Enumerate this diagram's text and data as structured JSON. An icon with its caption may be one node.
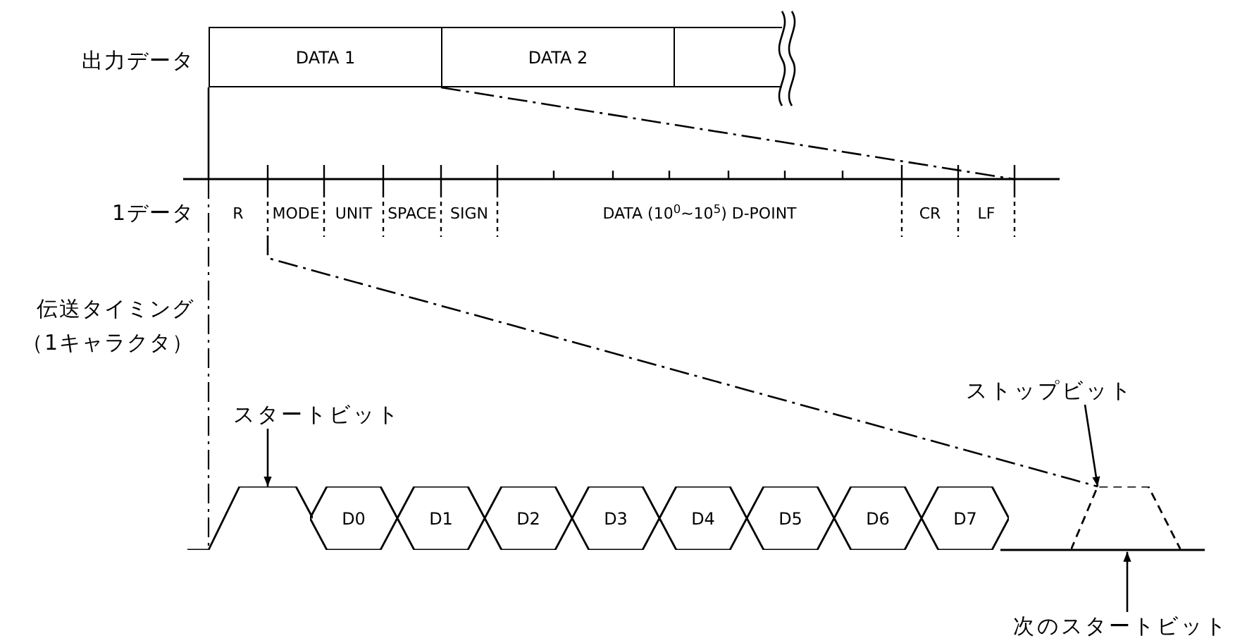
{
  "diagram": {
    "nodes": [
      {
        "text": [
          "DATA 1"
        ]
      },
      {
        "text": [
          "DATA 2"
        ]
      },
      {
        "text": [],
        "shape": "box"
      },
      {
        "text": [
          "R"
        ]
      },
      {
        "text": [
          "MODE"
        ]
      },
      {
        "text": [
          "UNIT"
        ]
      },
      {
        "text": [
          "SPACE"
        ]
      },
      {
        "text": [
          "SIGN"
        ]
      },
      {
        "text": [
          "DATA (10$^{0}$~10$^{5}$) D-POINT"
        ]
      },
      {
        "text": [
          "CR"
        ]
      },
      {
        "text": [
          "LF"
        ]
      },
      {
        "text": [],
        "shape": "trapezoid"
      },
      {
        "text": [
          "D0"
        ]
      },
      {
        "text": [
          "D1"
        ]
      },
      {
        "text": [
          "D2"
        ]
      },
      {
        "text": [
          "D3"
        ]
      },
      {
        "text": [
          "D4"
        ]
      },
      {
        "text": [
          "D5"
        ]
      },
      {
        "text": [
          "D6"
        ]
      },
      {
        "text": [
          "D7"
        ]
      },
      {
        "text": [],
        "shape": "trapezoid"
      },
      {
        "text": [
          "スタートビット"
        ]
      },
      {
        "text": [
          "ストップビット"
        ]
      },
      {
        "text": [
          "次のスタートビット"
        ]
      }
    ],
    "edges": [
      {
        "from": 1,
        "to": 10,
        "arrow": "none",
        "style": "dashed"
      },
      {
        "from": 4,
        "to": 20,
        "arrow": "none",
        "style": "dashed"
      },
      {
        "from": 21,
        "to": 11,
        "arrow": "to"
      },
      {
        "from": 22,
        "to": 20,
        "arrow": "to"
      },
      {
        "from": 23,
        "to": 20,
        "arrow": "to"
      }
    ],
    "labels": [
      "出力データ",
      "1データ",
      "伝送タイミング",
      "（1キャラクタ）"
    ]
  }
}
